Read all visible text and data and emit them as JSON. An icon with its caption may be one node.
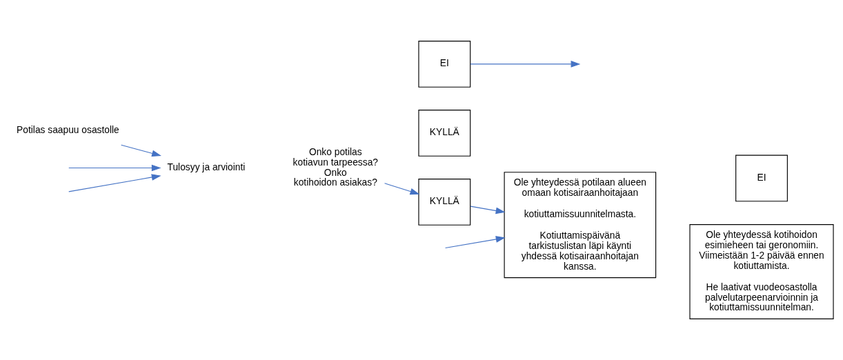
{
  "diagram": {
    "nodes": [
      {
        "text": [
          "Potilas saapuu osastolle"
        ]
      },
      {
        "text": [
          "Tulosyy ja arviointi"
        ]
      },
      {
        "text": [
          "Onko potilas",
          "kotiavun tarpeessa?",
          "Onko",
          "kotihoidon asiakas?"
        ]
      },
      {
        "text": [
          "KYLLÄ"
        ]
      },
      {
        "text": [
          "EI"
        ]
      },
      {
        "text": [
          "KYLLÄ"
        ]
      },
      {
        "text": [
          "Ole yhteydessä potilaan alueen omaan kotisairaanhoitajaan",
          "kotiuttamissuunnitelmasta.",
          "Kotiuttamispäivänä tarkistuslistan läpi käynti yhdessä kotisairaanhoitajan kanssa."
        ]
      },
      {
        "text": [
          "EI"
        ]
      },
      {
        "text": [
          "Ole yhteydessä kotihoidon esimieheen tai geronomiin. Viimeistään 1-2 päivää ennen kotiuttamista.",
          "He laativat vuodeosastolla palvelutarpeenarvioinnin ja kotiuttamissuunnitelman."
        ]
      }
    ],
    "edges": [
      {
        "from": 0,
        "to": 1,
        "arrow": "to"
      },
      {
        "from": null,
        "to": 1,
        "arrow": "to"
      },
      {
        "from": null,
        "to": 1,
        "arrow": "to"
      },
      {
        "from": 2,
        "to": 5,
        "arrow": "to"
      },
      {
        "from": 4,
        "to": null,
        "arrow": "to"
      },
      {
        "from": 5,
        "to": 6,
        "arrow": "to"
      },
      {
        "from": null,
        "to": 6,
        "arrow": "to"
      }
    ]
  }
}
